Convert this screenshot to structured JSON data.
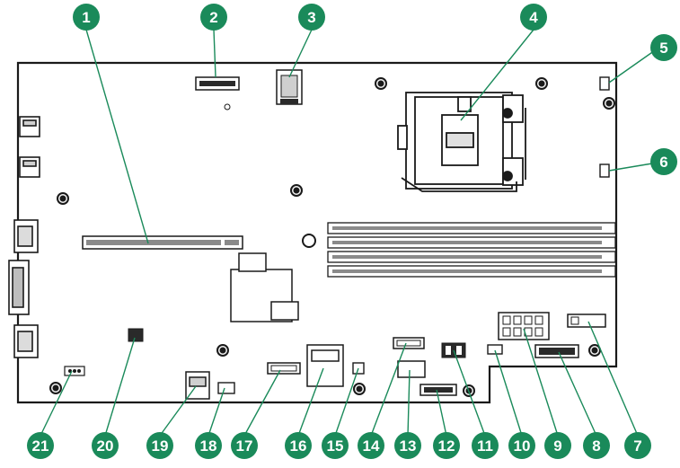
{
  "diagram": {
    "callouts": [
      {
        "id": "callout-1",
        "label": "1"
      },
      {
        "id": "callout-2",
        "label": "2"
      },
      {
        "id": "callout-3",
        "label": "3"
      },
      {
        "id": "callout-4",
        "label": "4"
      },
      {
        "id": "callout-5",
        "label": "5"
      },
      {
        "id": "callout-6",
        "label": "6"
      },
      {
        "id": "callout-7",
        "label": "7"
      },
      {
        "id": "callout-8",
        "label": "8"
      },
      {
        "id": "callout-9",
        "label": "9"
      },
      {
        "id": "callout-10",
        "label": "10"
      },
      {
        "id": "callout-11",
        "label": "11"
      },
      {
        "id": "callout-12",
        "label": "12"
      },
      {
        "id": "callout-13",
        "label": "13"
      },
      {
        "id": "callout-14",
        "label": "14"
      },
      {
        "id": "callout-15",
        "label": "15"
      },
      {
        "id": "callout-16",
        "label": "16"
      },
      {
        "id": "callout-17",
        "label": "17"
      },
      {
        "id": "callout-18",
        "label": "18"
      },
      {
        "id": "callout-19",
        "label": "19"
      },
      {
        "id": "callout-20",
        "label": "20"
      },
      {
        "id": "callout-21",
        "label": "21"
      }
    ],
    "colors": {
      "callout_fill": "#1a8a5a",
      "callout_text": "#ffffff",
      "board_stroke": "#1a1a1a",
      "component_fill": "#ffffff",
      "component_stroke": "#222222",
      "dark_part": "#2a2a2a",
      "grey_part": "#8a8a8a"
    }
  }
}
